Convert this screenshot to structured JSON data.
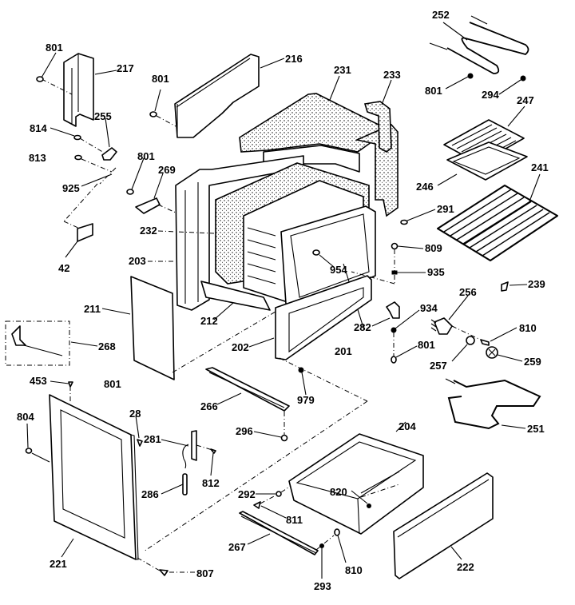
{
  "diagram": {
    "title": "Range body exploded parts view",
    "colors": {
      "ink": "#000000",
      "background": "#ffffff"
    },
    "labels": {
      "p801a": "801",
      "p217": "217",
      "p216": "216",
      "p801b": "801",
      "p231": "231",
      "p233": "233",
      "p252": "252",
      "p801c": "801",
      "p294": "294",
      "p247": "247",
      "p814": "814",
      "p255": "255",
      "p813": "813",
      "p801d": "801",
      "p269": "269",
      "p925": "925",
      "p246": "246",
      "p241": "241",
      "p291": "291",
      "p232": "232",
      "p42": "42",
      "p203": "203",
      "p809": "809",
      "p954": "954",
      "p935": "935",
      "p239": "239",
      "p256": "256",
      "p211": "211",
      "p212": "212",
      "p934": "934",
      "p282": "282",
      "p810a": "810",
      "p268": "268",
      "p202": "202",
      "p201": "201",
      "p801e": "801",
      "p257": "257",
      "p259": "259",
      "p801f": "801",
      "p453": "453",
      "p979": "979",
      "p266": "266",
      "p251": "251",
      "p804": "804",
      "p28": "28",
      "p296": "296",
      "p204": "204",
      "p281": "281",
      "p812": "812",
      "p286": "286",
      "p292": "292",
      "p820": "820",
      "p811": "811",
      "p267": "267",
      "p221": "221",
      "p807": "807",
      "p810b": "810",
      "p293": "293",
      "p222": "222"
    }
  }
}
